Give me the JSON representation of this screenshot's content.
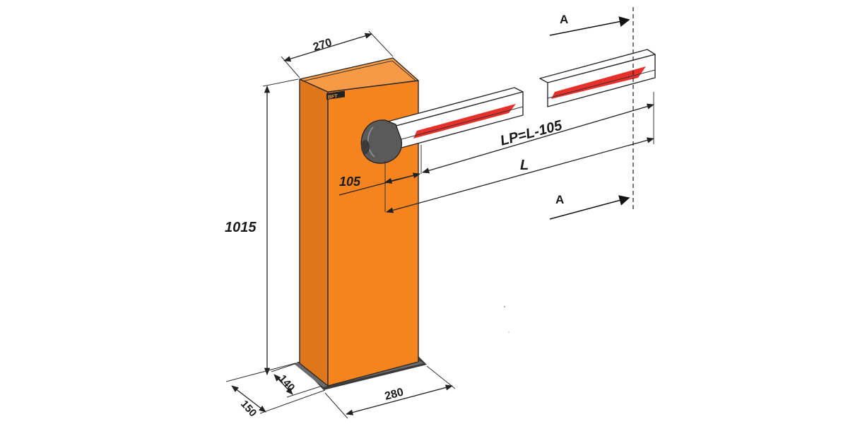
{
  "colors": {
    "housing_front": "#f5841f",
    "housing_side": "#e0761a",
    "housing_top": "#f79a45",
    "beam_white": "#ffffff",
    "beam_stripe": "#e8302a",
    "motor_cap": "#5a5a5a",
    "base_plate": "#3a3a3a",
    "line": "#222222"
  },
  "dimensions": {
    "width_top": "270",
    "height": "1015",
    "base_depth_outer": "150",
    "base_depth_inner": "140",
    "base_width": "280",
    "offset": "105",
    "beam_length": "L",
    "beam_usable": "LP=L-105",
    "section_top": "A",
    "section_bottom": "A"
  },
  "icons": {
    "logo": "brand-logo-icon"
  }
}
